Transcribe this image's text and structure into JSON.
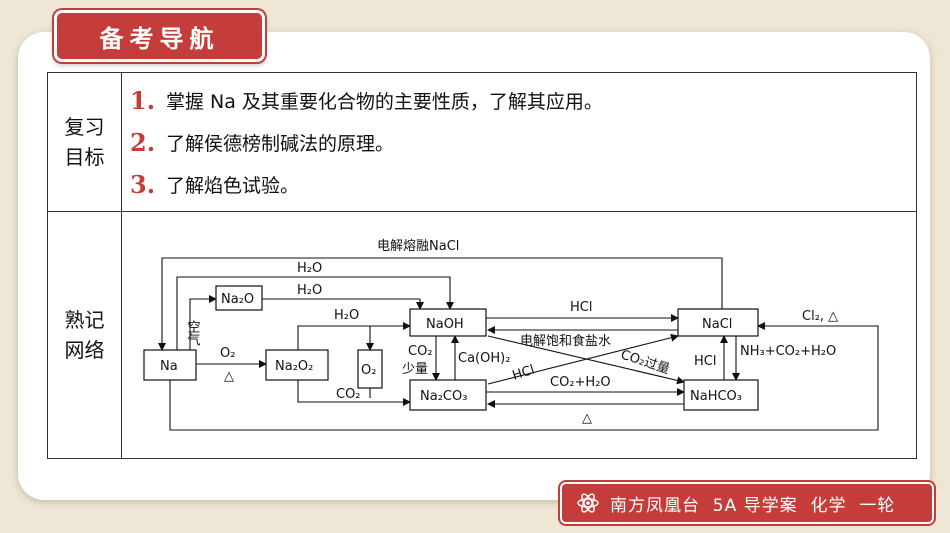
{
  "header": {
    "title": "备考导航"
  },
  "table": {
    "row1_label": "复习\n目标",
    "row2_label": "熟记\n网络",
    "goals": [
      {
        "num": "1.",
        "text": "掌握 Na 及其重要化合物的主要性质，了解其应用。"
      },
      {
        "num": "2.",
        "text": "了解侯德榜制碱法的原理。"
      },
      {
        "num": "3.",
        "text": "了解焰色试验。"
      }
    ]
  },
  "diagram": {
    "nodes": {
      "na": "Na",
      "na2o": "Na₂O",
      "na2o2": "Na₂O₂",
      "o2": "O₂",
      "naoh": "NaOH",
      "na2co3": "Na₂CO₃",
      "nacl": "NaCl",
      "nahco3": "NaHCO₃"
    },
    "labels": {
      "electrolysis_molten": "电解熔融NaCl",
      "h2o_top": "H₂O",
      "h2o_na2o": "H₂O",
      "h2o_na2o2": "H₂O",
      "air": "空气",
      "o2_top": "O₂",
      "heat_na": "△",
      "co2_na2o2": "CO₂",
      "hcl_top": "HCl",
      "electrolysis_brine": "电解饱和食盐水",
      "co2_small_1": "CO₂",
      "co2_small_2": "少量",
      "caoh2": "Ca(OH)₂",
      "hcl_diag": "HCl",
      "co2_excess": "CO₂过量",
      "co2_h2o": "CO₂+H₂O",
      "heat_bottom": "△",
      "hcl_right": "HCl",
      "nh3_co2_h2o": "NH₃+CO₂+H₂O",
      "cl2_heat": "Cl₂, △"
    }
  },
  "footer": {
    "text": "南方凤凰台  5A 导学案  化学  一轮"
  }
}
